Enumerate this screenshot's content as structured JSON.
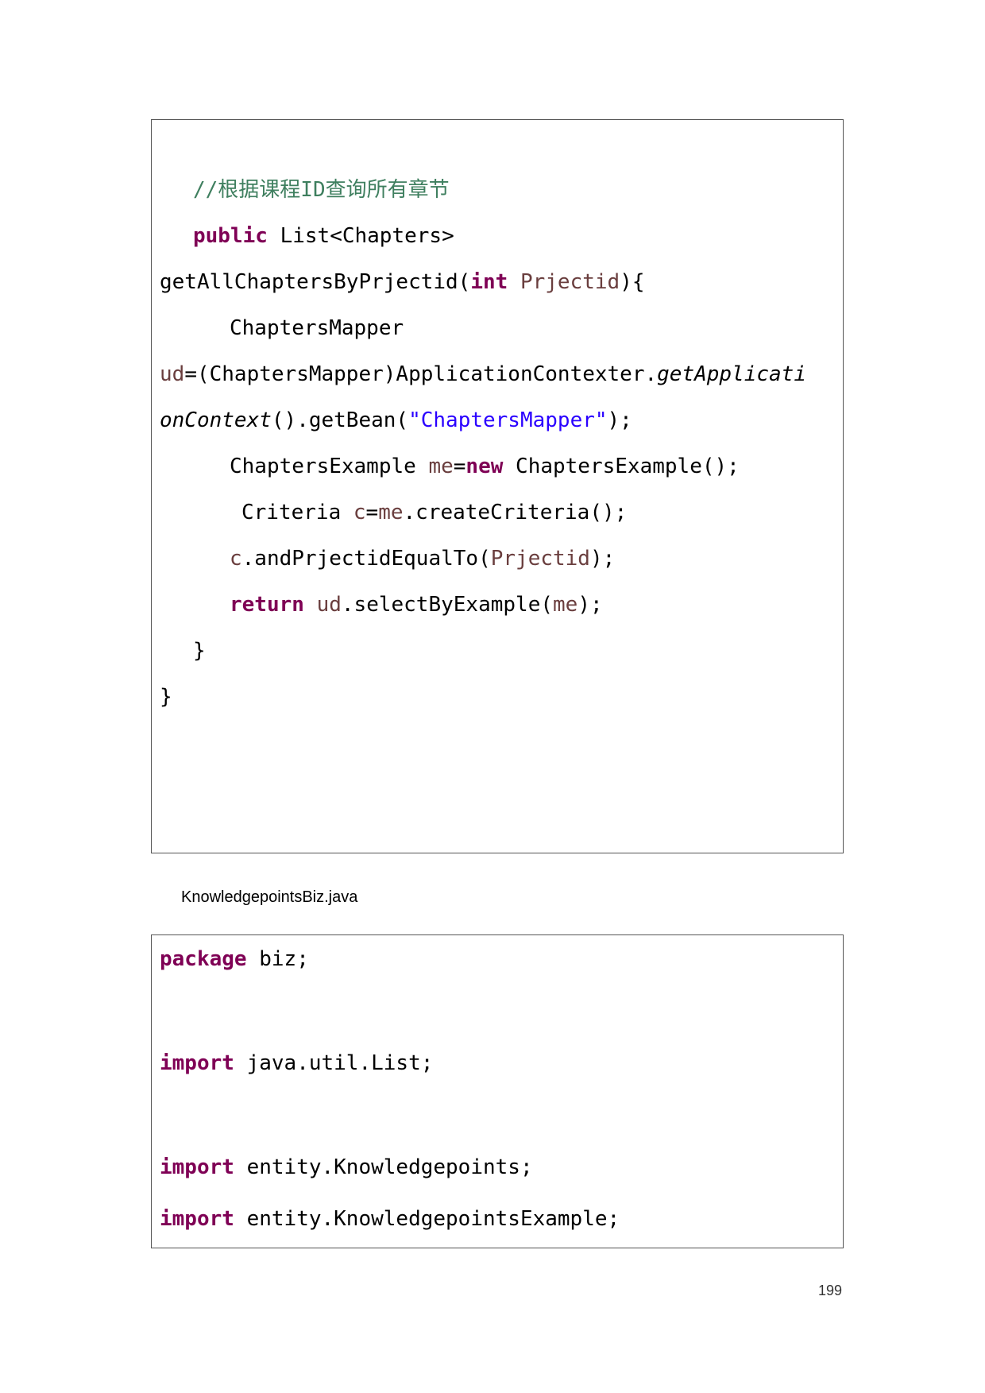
{
  "code_block_1": {
    "comment": "//根据课程ID查询所有章节",
    "kw_public": "public",
    "list_type": "List<Chapters>",
    "method_name": "getAllChaptersByPrjectid(",
    "kw_int": "int",
    "param_prjectid": "Prjectid",
    "paren_brace": "){",
    "mapper_type": "ChaptersMapper",
    "var_ud": "ud",
    "cast_app": "=(ChaptersMapper)ApplicationContexter.",
    "get_app_part1": "getApplicati",
    "get_app_part2": "onContext",
    "get_bean_open": "().getBean(",
    "string_mapper": "\"ChaptersMapper\"",
    "close_semicolon": ");",
    "example_type": "ChaptersExample ",
    "var_me": "me",
    "equals": "=",
    "kw_new": "new",
    "example_ctor": " ChaptersExample();",
    "criteria_type": "Criteria ",
    "var_c": "c",
    "create_criteria": ".createCriteria();",
    "and_prjectid": ".andPrjectidEqualTo(",
    "kw_return": "return",
    "select_by_example": ".selectByExample(",
    "inner_close": "}",
    "outer_close": "}"
  },
  "caption": "KnowledgepointsBiz.java",
  "code_block_2": {
    "kw_package": "package",
    "package_name": " biz;",
    "kw_import": "import",
    "import_1": " java.util.List;",
    "import_2": " entity.Knowledgepoints;",
    "import_3": " entity.KnowledgepointsExample;"
  },
  "page_number": "199"
}
